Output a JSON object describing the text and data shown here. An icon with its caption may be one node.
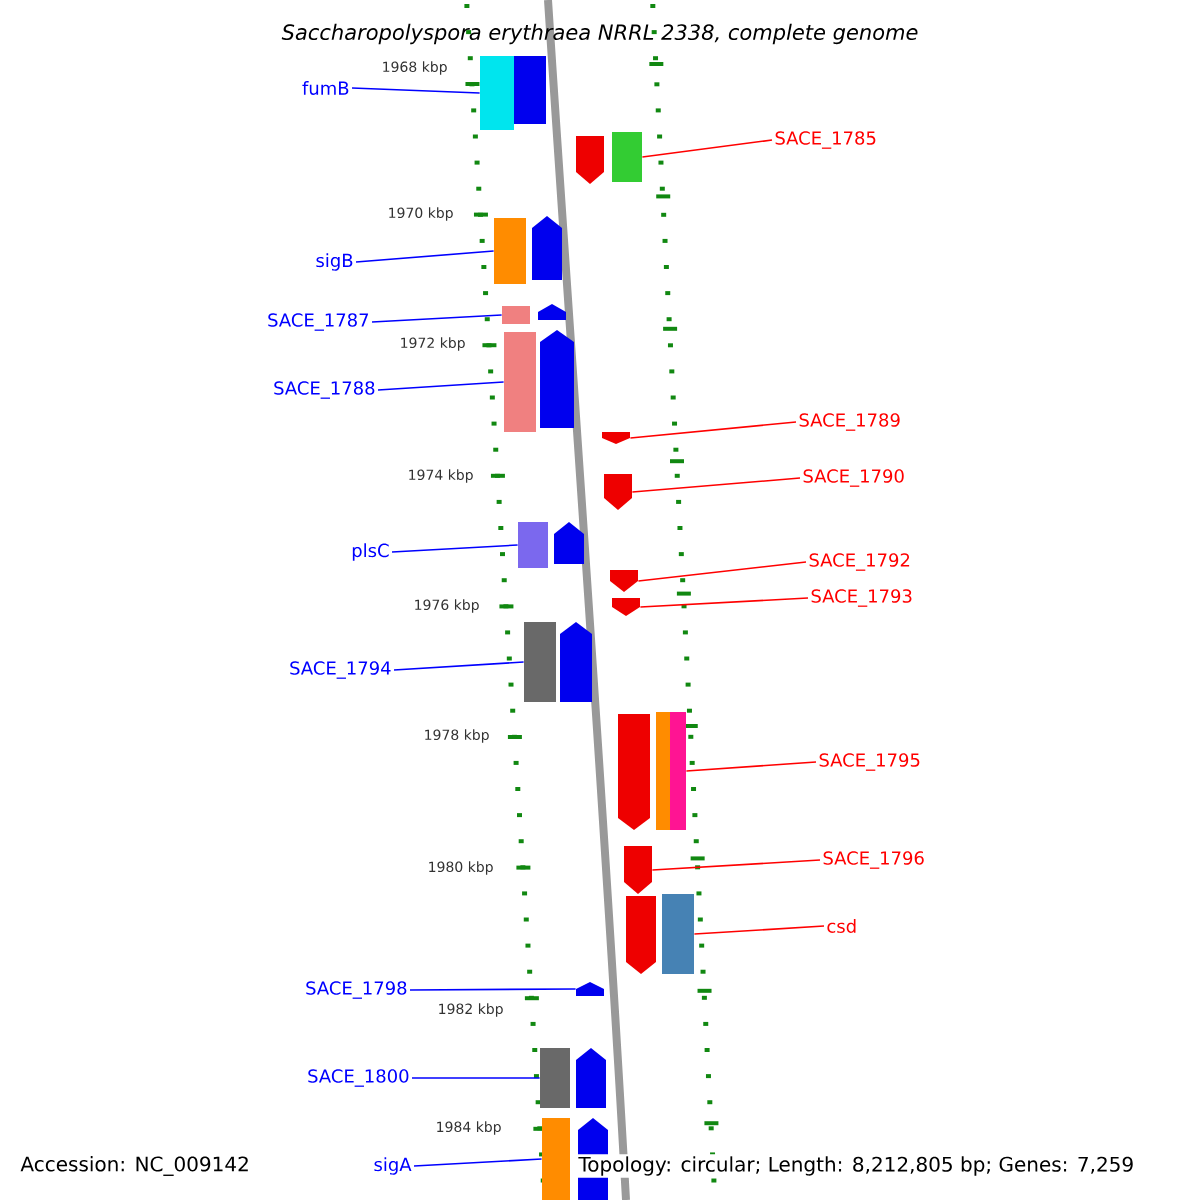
{
  "diagram": {
    "title": "Saccharopolyspora erythraea NRRL 2338, complete genome",
    "nodes": [
      {
        "text": [
          "fumB"
        ]
      },
      {
        "text": [
          "sigB"
        ]
      },
      {
        "text": [
          "SACE_1787"
        ]
      },
      {
        "text": [
          "SACE_1788"
        ]
      },
      {
        "text": [
          "plsC"
        ]
      },
      {
        "text": [
          "SACE_1794"
        ]
      },
      {
        "text": [
          "SACE_1798"
        ]
      },
      {
        "text": [
          "SACE_1800"
        ]
      },
      {
        "text": [
          "sigA"
        ]
      },
      {
        "text": [
          "SACE_1785"
        ]
      },
      {
        "text": [
          "SACE_1789"
        ]
      },
      {
        "text": [
          "SACE_1790"
        ]
      },
      {
        "text": [
          "SACE_1792"
        ]
      },
      {
        "text": [
          "SACE_1793"
        ]
      },
      {
        "text": [
          "SACE_1795"
        ]
      },
      {
        "text": [
          "SACE_1796"
        ]
      },
      {
        "text": [
          "csd"
        ]
      },
      {
        "text": [],
        "shape": "box"
      },
      {
        "text": [],
        "shape": "box"
      },
      {
        "text": [],
        "shape": "box"
      },
      {
        "text": [],
        "shape": "pentagon"
      },
      {
        "text": [],
        "shape": "pentagon"
      },
      {
        "text": [],
        "shape": "box"
      },
      {
        "text": [],
        "shape": "pentagon"
      },
      {
        "text": [],
        "shape": "box"
      },
      {
        "text": [],
        "shape": "pentagon"
      },
      {
        "text": [],
        "shape": "box"
      },
      {
        "text": [],
        "shape": "pentagon"
      },
      {
        "text": [],
        "shape": "pentagon"
      },
      {
        "text": [],
        "shape": "box"
      },
      {
        "text": [],
        "shape": "pentagon"
      },
      {
        "text": [],
        "shape": "pentagon"
      },
      {
        "text": [],
        "shape": "pentagon"
      },
      {
        "text": [],
        "shape": "box"
      },
      {
        "text": [],
        "shape": "pentagon"
      },
      {
        "text": [],
        "shape": "box"
      },
      {
        "text": [],
        "shape": "box"
      },
      {
        "text": [],
        "shape": "pentagon"
      },
      {
        "text": [],
        "shape": "pentagon"
      },
      {
        "text": [],
        "shape": "box"
      },
      {
        "text": [],
        "shape": "pentagon"
      },
      {
        "text": [],
        "shape": "pentagon"
      },
      {
        "text": [],
        "shape": "box"
      },
      {
        "text": [],
        "shape": "pentagon"
      },
      {
        "text": [],
        "shape": "box"
      },
      {
        "text": [],
        "shape": "pentagon"
      }
    ],
    "edges": [
      {
        "from": 0,
        "to": 17,
        "arrow": "none"
      },
      {
        "from": 1,
        "to": 22,
        "arrow": "none"
      },
      {
        "from": 2,
        "to": 24,
        "arrow": "none"
      },
      {
        "from": 3,
        "to": 26,
        "arrow": "none"
      },
      {
        "from": 4,
        "to": 29,
        "arrow": "none"
      },
      {
        "from": 5,
        "to": 33,
        "arrow": "none"
      },
      {
        "from": 6,
        "to": 41,
        "arrow": "none"
      },
      {
        "from": 7,
        "to": 42,
        "arrow": "none"
      },
      {
        "from": 8,
        "to": 44,
        "arrow": "none"
      },
      {
        "from": 9,
        "to": 19,
        "arrow": "none",
        "color": "#ff0000"
      },
      {
        "from": 10,
        "to": 27,
        "arrow": "none",
        "color": "#ff0000"
      },
      {
        "from": 11,
        "to": 28,
        "arrow": "none",
        "color": "#ff0000"
      },
      {
        "from": 12,
        "to": 31,
        "arrow": "none",
        "color": "#ff0000"
      },
      {
        "from": 13,
        "to": 32,
        "arrow": "none",
        "color": "#ff0000"
      },
      {
        "from": 14,
        "to": 36,
        "arrow": "none",
        "color": "#ff0000"
      },
      {
        "from": 15,
        "to": 38,
        "arrow": "none",
        "color": "#ff0000"
      },
      {
        "from": 16,
        "to": 39,
        "arrow": "none",
        "color": "#ff0000"
      }
    ],
    "labels": [
      "1968 kbp",
      "1970 kbp",
      "1972 kbp",
      "1974 kbp",
      "1976 kbp",
      "1978 kbp",
      "1980 kbp",
      "1982 kbp",
      "1984 kbp",
      "Accession: NC_009142",
      "Topology: circular; Length: 8,212,805 bp; Genes: 7,259"
    ]
  }
}
